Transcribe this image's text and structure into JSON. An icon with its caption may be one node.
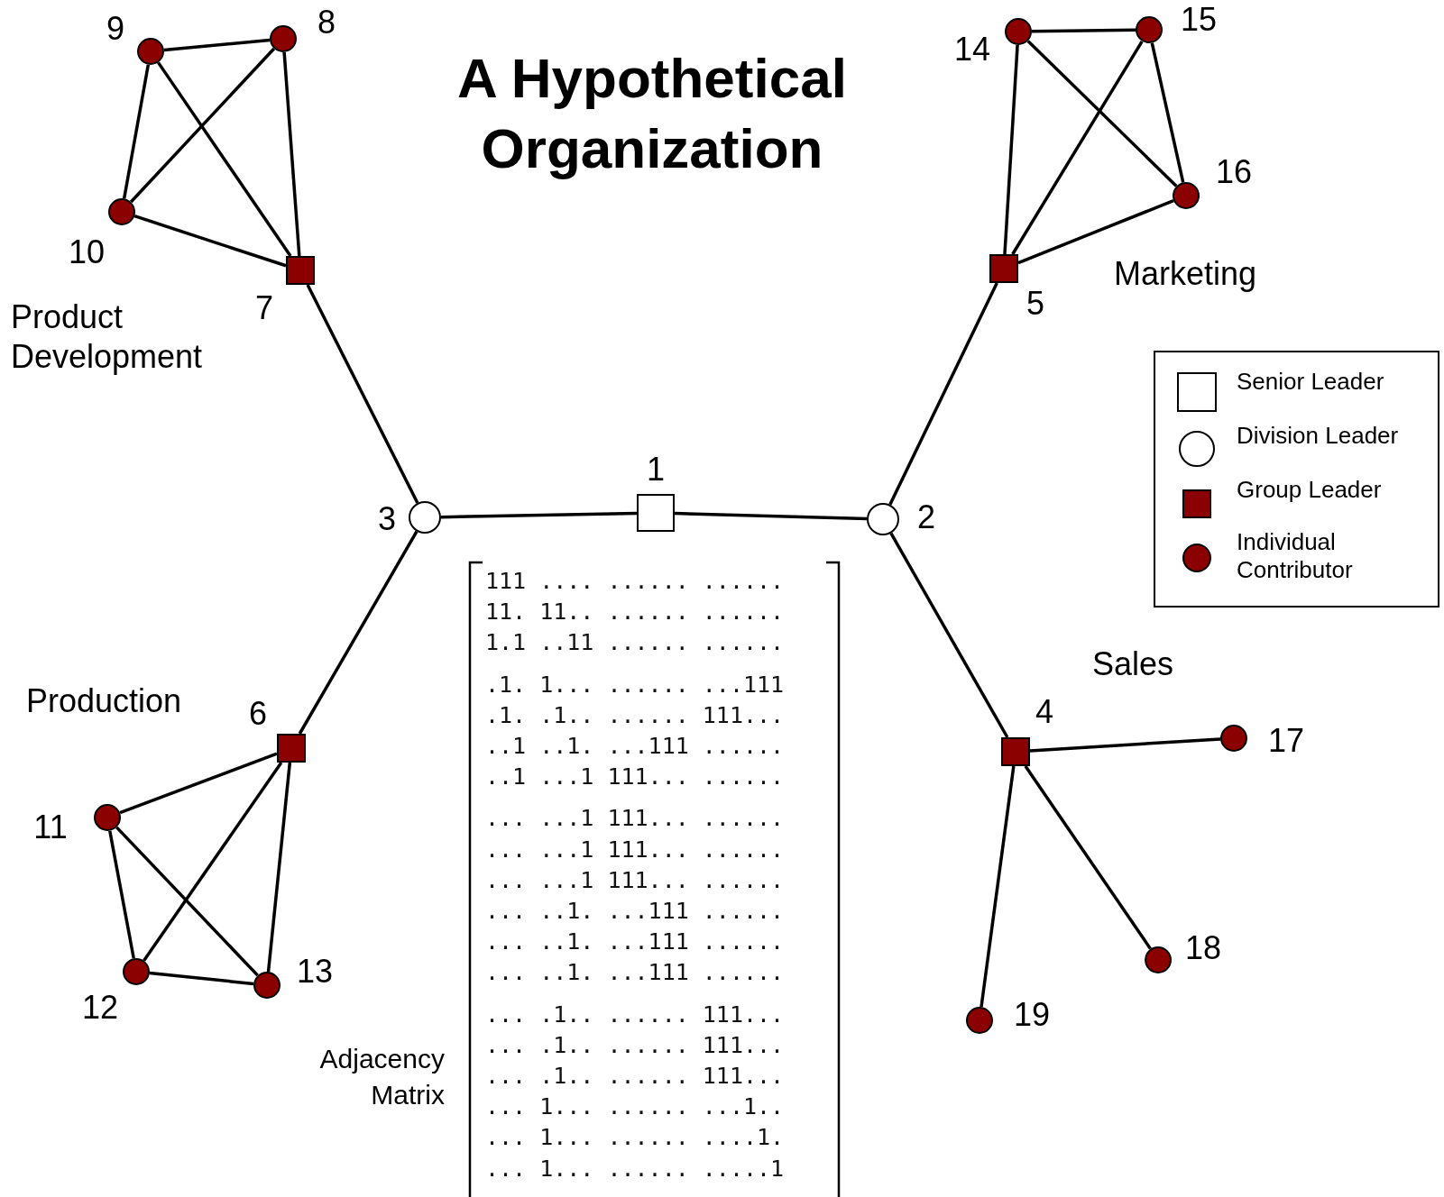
{
  "diagram": {
    "title": "A Hypothetical Organization",
    "nodes": [
      {
        "text": [],
        "shape": "box",
        "beside": [
          "1"
        ]
      },
      {
        "text": [],
        "shape": "circle",
        "beside": [
          "2"
        ]
      },
      {
        "text": [],
        "shape": "circle",
        "beside": [
          "3"
        ]
      },
      {
        "text": [],
        "shape": "box",
        "beside": [
          "4"
        ]
      },
      {
        "text": [],
        "shape": "box",
        "beside": [
          "5"
        ]
      },
      {
        "text": [],
        "shape": "box",
        "beside": [
          "6"
        ]
      },
      {
        "text": [],
        "shape": "box",
        "beside": [
          "7"
        ]
      },
      {
        "text": [],
        "shape": "circle",
        "beside": [
          "8"
        ]
      },
      {
        "text": [],
        "shape": "circle",
        "beside": [
          "9"
        ]
      },
      {
        "text": [],
        "shape": "circle",
        "beside": [
          "10"
        ]
      },
      {
        "text": [],
        "shape": "circle",
        "beside": [
          "11"
        ]
      },
      {
        "text": [],
        "shape": "circle",
        "beside": [
          "12"
        ]
      },
      {
        "text": [],
        "shape": "circle",
        "beside": [
          "13"
        ]
      },
      {
        "text": [],
        "shape": "circle",
        "beside": [
          "14"
        ]
      },
      {
        "text": [],
        "shape": "circle",
        "beside": [
          "15"
        ]
      },
      {
        "text": [],
        "shape": "circle",
        "beside": [
          "16"
        ]
      },
      {
        "text": [],
        "shape": "circle",
        "beside": [
          "17"
        ]
      },
      {
        "text": [],
        "shape": "circle",
        "beside": [
          "18"
        ]
      },
      {
        "text": [],
        "shape": "circle",
        "beside": [
          "19"
        ]
      }
    ],
    "edges": [
      {
        "from": 0,
        "to": 1,
        "arrow": "none"
      },
      {
        "from": 0,
        "to": 2,
        "arrow": "none"
      },
      {
        "from": 1,
        "to": 4,
        "arrow": "none"
      },
      {
        "from": 1,
        "to": 3,
        "arrow": "none"
      },
      {
        "from": 2,
        "to": 6,
        "arrow": "none"
      },
      {
        "from": 2,
        "to": 5,
        "arrow": "none"
      },
      {
        "from": 6,
        "to": 7,
        "arrow": "none"
      },
      {
        "from": 6,
        "to": 8,
        "arrow": "none"
      },
      {
        "from": 6,
        "to": 9,
        "arrow": "none"
      },
      {
        "from": 7,
        "to": 8,
        "arrow": "none"
      },
      {
        "from": 7,
        "to": 9,
        "arrow": "none"
      },
      {
        "from": 8,
        "to": 9,
        "arrow": "none"
      },
      {
        "from": 4,
        "to": 13,
        "arrow": "none"
      },
      {
        "from": 4,
        "to": 14,
        "arrow": "none"
      },
      {
        "from": 4,
        "to": 15,
        "arrow": "none"
      },
      {
        "from": 13,
        "to": 14,
        "arrow": "none"
      },
      {
        "from": 13,
        "to": 15,
        "arrow": "none"
      },
      {
        "from": 14,
        "to": 15,
        "arrow": "none"
      },
      {
        "from": 5,
        "to": 10,
        "arrow": "none"
      },
      {
        "from": 5,
        "to": 11,
        "arrow": "none"
      },
      {
        "from": 5,
        "to": 12,
        "arrow": "none"
      },
      {
        "from": 10,
        "to": 11,
        "arrow": "none"
      },
      {
        "from": 10,
        "to": 12,
        "arrow": "none"
      },
      {
        "from": 11,
        "to": 12,
        "arrow": "none"
      },
      {
        "from": 3,
        "to": 16,
        "arrow": "none"
      },
      {
        "from": 3,
        "to": 17,
        "arrow": "none"
      },
      {
        "from": 3,
        "to": 18,
        "arrow": "none"
      }
    ],
    "labels": [
      "Product Development",
      "Marketing",
      "Production",
      "Sales",
      "Adjacency Matrix",
      "111 .... ...... ......",
      "11. 11.. ...... ......",
      "1.1 ..11 ...... ......",
      ".1. 1... ...... ...111",
      ".1. .1.. ...... 111...",
      "..1 ..1. ...111 ......",
      "..1 ...1 111... ......",
      "... ...1 111... ......",
      "... ...1 111... ......",
      "... ...1 111... ......",
      "... ..1. ...111 ......",
      "... ..1. ...111 ......",
      "... ..1. ...111 ......",
      "... .1.. ...... 111...",
      "... .1.. ...... 111...",
      "... .1.. ...... 111...",
      "... 1... ...... ...1..",
      "... 1... ...... ....1.",
      "... 1... ...... .....1"
    ],
    "legend": [
      {
        "text": "Senior Leader"
      },
      {
        "text": "Division Leader"
      },
      {
        "text": "Group Leader"
      },
      {
        "text": "Individual Contributor"
      }
    ]
  }
}
